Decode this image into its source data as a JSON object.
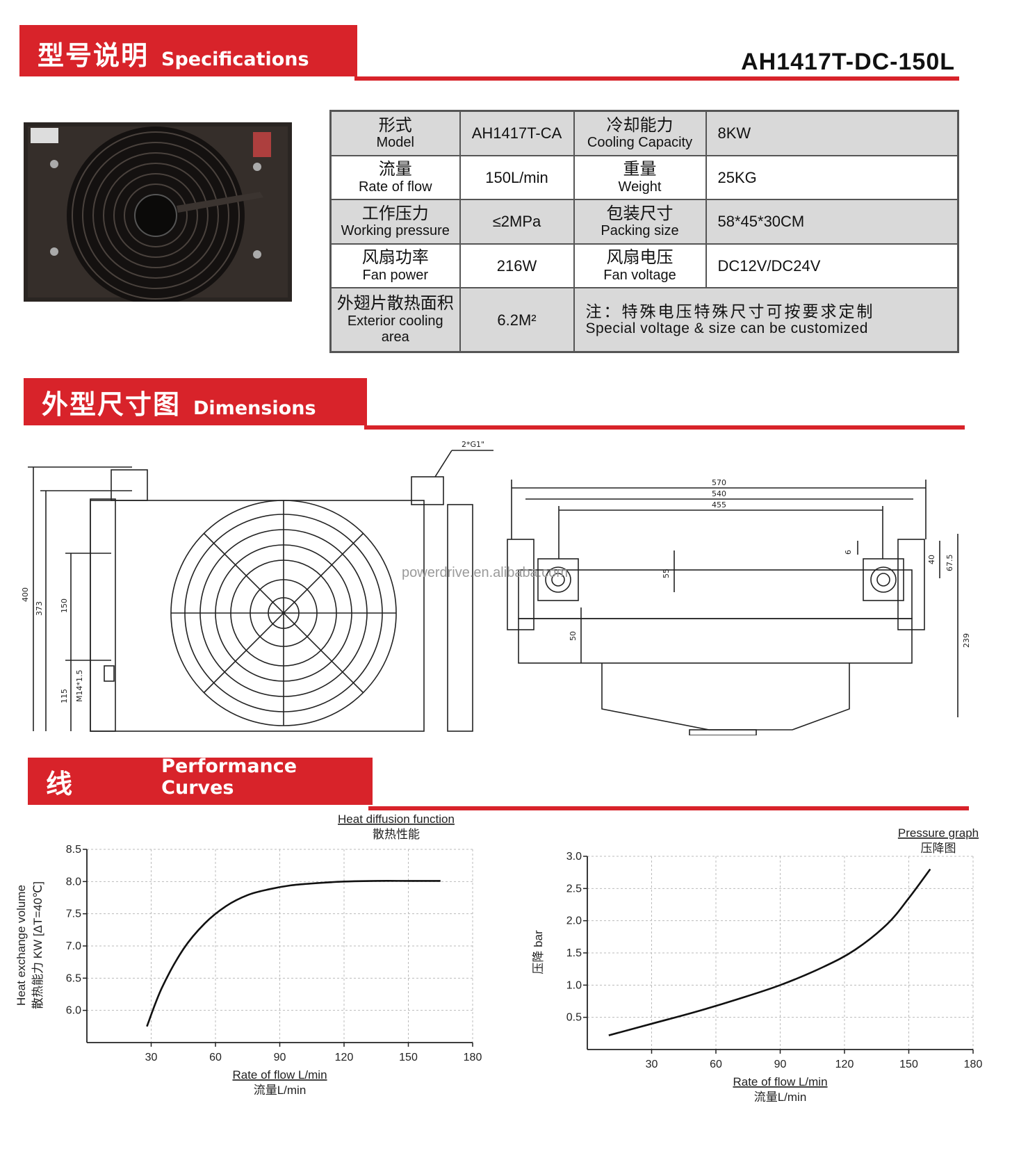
{
  "header": {
    "spec_zh": "型号说明",
    "spec_en": "Specifications",
    "model_code": "AH1417T-DC-150L"
  },
  "spec_table": {
    "rows": [
      {
        "l1_zh": "形式",
        "l1_en": "Model",
        "v1": "AH1417T-CA",
        "l2_zh": "冷却能力",
        "l2_en": "Cooling Capacity",
        "v2": "8KW"
      },
      {
        "l1_zh": "流量",
        "l1_en": "Rate of flow",
        "v1": "150L/min",
        "l2_zh": "重量",
        "l2_en": "Weight",
        "v2": "25KG"
      },
      {
        "l1_zh": "工作压力",
        "l1_en": "Working pressure",
        "v1": "≤2MPa",
        "l2_zh": "包装尺寸",
        "l2_en": "Packing size",
        "v2": "58*45*30CM"
      },
      {
        "l1_zh": "风扇功率",
        "l1_en": "Fan power",
        "v1": "216W",
        "l2_zh": "风扇电压",
        "l2_en": "Fan voltage",
        "v2": "DC12V/DC24V"
      }
    ],
    "last_row": {
      "l1_zh": "外翅片散热面积",
      "l1_en": "Exterior cooling area",
      "v1": "6.2M²",
      "note_zh": "注：特殊电压特殊尺寸可按要求定制",
      "note_en": "Special voltage & size can be customized"
    }
  },
  "dimensions": {
    "title_zh": "外型尺寸图",
    "title_en": "Dimensions",
    "front_labels": {
      "d400": "400",
      "d373": "373",
      "d150": "150",
      "d115": "115",
      "thread": "M14*1.5",
      "port": "2*G1\""
    },
    "side_labels": {
      "d570": "570",
      "d540": "540",
      "d455": "455",
      "d6": "6",
      "d55": "55",
      "d50": "50",
      "d40": "40",
      "d67": "67.5",
      "d239": "239"
    },
    "watermark": "powerdrive.en.alibaba.com"
  },
  "performance": {
    "title_zh": "性能曲线",
    "title_en": "Performance Curves"
  },
  "chart_data": [
    {
      "type": "line",
      "title": "Heat diffusion function",
      "subtitle": "散热性能",
      "xlabel": "Rate of flow L/min",
      "xlabel_zh": "流量L/min",
      "ylabel_en": "Heat exchange volume",
      "ylabel_zh": "散热能力 KW [ΔT=40℃]",
      "xlim": [
        0,
        180
      ],
      "ylim": [
        5.5,
        8.5
      ],
      "x_ticks": [
        "30",
        "60",
        "90",
        "120",
        "150",
        "180"
      ],
      "y_ticks": [
        "6.0",
        "6.5",
        "7.0",
        "7.5",
        "8.0",
        "8.5"
      ],
      "grid": true,
      "x": [
        28,
        35,
        45,
        55,
        65,
        75,
        85,
        95,
        105,
        120,
        135,
        150,
        165
      ],
      "y": [
        5.75,
        6.35,
        6.95,
        7.35,
        7.62,
        7.79,
        7.88,
        7.94,
        7.97,
        8.0,
        8.01,
        8.01,
        8.01
      ]
    },
    {
      "type": "line",
      "title": "Pressure graph",
      "subtitle": "压降图",
      "xlabel": "Rate of flow L/min",
      "xlabel_zh": "流量L/min",
      "ylabel_zh": "压降 bar",
      "xlim": [
        0,
        180
      ],
      "ylim": [
        0,
        3.0
      ],
      "x_ticks": [
        "30",
        "60",
        "90",
        "120",
        "150",
        "180"
      ],
      "y_ticks": [
        "0.5",
        "1.0",
        "1.5",
        "2.0",
        "2.5",
        "3.0"
      ],
      "grid": true,
      "x": [
        10,
        30,
        50,
        70,
        90,
        110,
        125,
        140,
        150,
        160
      ],
      "y": [
        0.22,
        0.4,
        0.58,
        0.78,
        1.0,
        1.28,
        1.55,
        1.95,
        2.35,
        2.8
      ]
    }
  ]
}
